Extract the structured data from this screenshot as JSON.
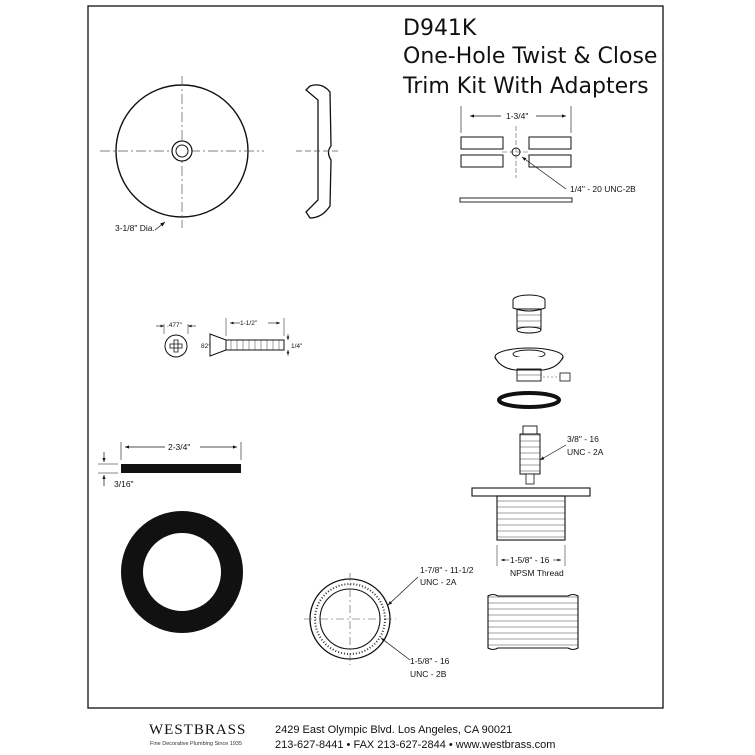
{
  "title": {
    "model": "D941K",
    "line1": "One-Hole Twist & Close",
    "line2": "Trim Kit With Adapters"
  },
  "dimensions": {
    "faceplate_dia": "3-1/8\" Dia.",
    "bracket_width": "1-3/4\"",
    "bracket_thread": "1/4\" - 20 UNC-2B",
    "screw_head": ".477\"",
    "screw_angle": "82°",
    "screw_length": "1-1/2\"",
    "screw_dia": "1/4\"",
    "gasket_width": "2-3/4\"",
    "gasket_thickness": "3/16\"",
    "stopper_thread_a": "3/8\" - 16",
    "stopper_thread_b": "UNC - 2A",
    "body_thread_a": "1-5/8\" - 16",
    "body_thread_b": "NPSM Thread",
    "adapter_outer_a": "1-7/8\" - 11-1/2",
    "adapter_outer_b": "UNC - 2A",
    "adapter_inner_a": "1-5/8\" - 16",
    "adapter_inner_b": "UNC - 2B"
  },
  "footer": {
    "brand": "WESTBRASS",
    "tagline": "Fine Decorative Plumbing Since 1935",
    "address": "2429 East Olympic Blvd. Los Angeles, CA  90021",
    "phone": "213-627-8441 • FAX 213-627-2844 • www.westbrass.com"
  }
}
